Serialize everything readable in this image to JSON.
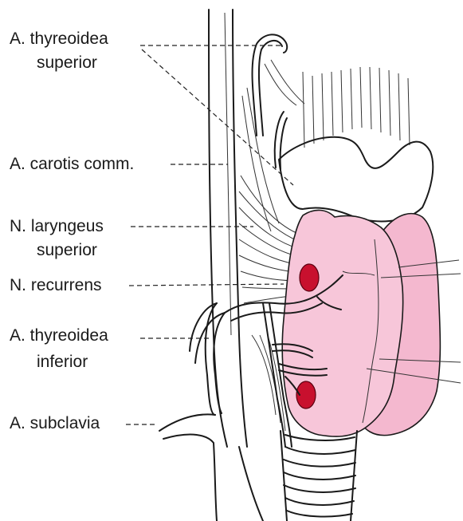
{
  "labels": {
    "thyreoidea_superior_1": "A. thyreoidea",
    "thyreoidea_superior_2": "superior",
    "carotis_comm": "A. carotis comm.",
    "laryngeus_superior_1": "N. laryngeus",
    "laryngeus_superior_2": "superior",
    "recurrens": "N. recurrens",
    "thyreoidea_inferior_1": "A. thyreoidea",
    "thyreoidea_inferior_2": "inferior",
    "subclavia": "A. subclavia"
  },
  "colors": {
    "thyroid_gland": "#f4b8cf",
    "parathyroid": "#c8102e",
    "line": "#1a1a1a",
    "background": "#ffffff"
  }
}
